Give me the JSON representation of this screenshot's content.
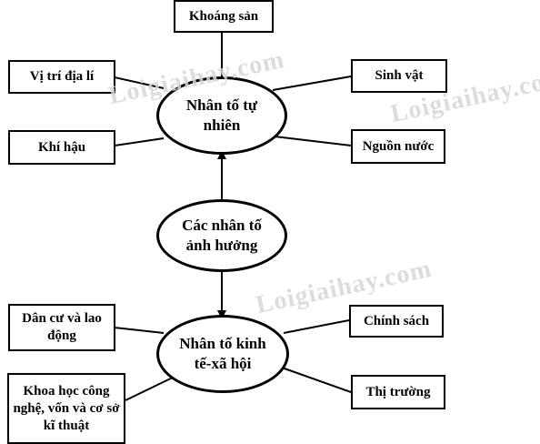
{
  "nodes": {
    "center": "Các nhân tố ảnh hưởng",
    "natural": "Nhân tố tự nhiên",
    "socio": "Nhân tố kinh tế-xã hội"
  },
  "natural_factors": {
    "mineral": "Khoáng sản",
    "location": "Vị trí địa lí",
    "biology": "Sinh vật",
    "climate": "Khí hậu",
    "water": "Nguồn nước"
  },
  "socio_factors": {
    "population": "Dân cư và lao động",
    "policy": "Chính sách",
    "technology": "Khoa học công nghệ, vốn và cơ sở kĩ thuật",
    "market": "Thị trường"
  },
  "watermark": "Loigiaihay.com"
}
